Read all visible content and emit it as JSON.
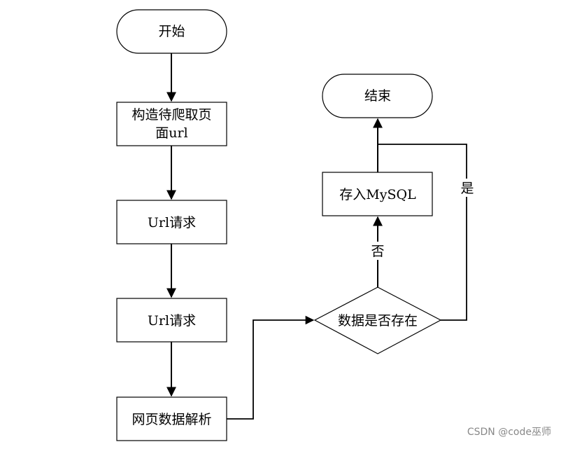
{
  "nodes": {
    "start": "开始",
    "construct_line1": "构造待爬取页",
    "construct_line2": "面url",
    "request1": "Url请求",
    "request2": "Url请求",
    "parse": "网页数据解析",
    "decision": "数据是否存在",
    "store": "存入MySQL",
    "end": "结束"
  },
  "edges": {
    "yes_label": "是",
    "no_label": "否"
  },
  "watermark": "CSDN @code巫师"
}
